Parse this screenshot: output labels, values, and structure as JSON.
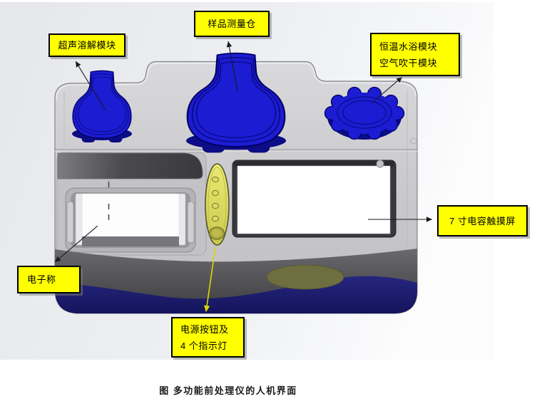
{
  "caption": "图  多功能前处理仪的人机界面",
  "callouts": {
    "ultrasonic": {
      "text": "超声溶解模块"
    },
    "sample_chamber": {
      "text": "样品测量仓"
    },
    "water_bath": {
      "line1": "恒温水浴模块",
      "line2": "空气吹干模块"
    },
    "touchscreen": {
      "text": "7 寸电容触摸屏"
    },
    "scale": {
      "text": "电子称"
    },
    "power": {
      "line1": "电源按钮及",
      "line2": "4 个指示灯"
    }
  },
  "device": {
    "indicator_light_count": 4
  },
  "colors": {
    "label_bg": "#ffff00",
    "label_border": "#000000",
    "label_text": "#000000",
    "cap_blue": "#1c1cd2",
    "cap_blue_dark": "#0c0c86",
    "cap_outline": "#000064",
    "base_navy": "#1c1c70",
    "body_gray": "#cdcdd0",
    "band_dark": "#4a4a4e",
    "power_panel": "#e4e45e",
    "power_button": "#a8a83e",
    "arrow_dark": "#1a1a1a",
    "arrow_yellow": "#d8d800",
    "oval_olive": "#6e6e40",
    "caption_text": "#1a1a1a"
  }
}
